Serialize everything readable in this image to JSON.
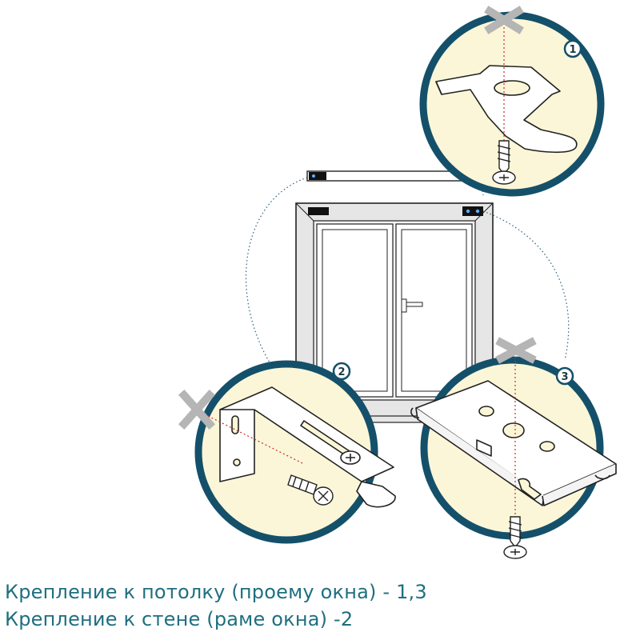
{
  "captions": {
    "ceiling": "Крепление к потолку (проему окна) - 1,3",
    "wall": "Крепление к стене (раме окна) -2"
  },
  "badges": {
    "one": "1",
    "two": "2",
    "three": "3"
  },
  "colors": {
    "circle_fill": "#fbf6d7",
    "circle_ring": "#14506a",
    "caption": "#1f6f7f",
    "cross": "#b5b5b5",
    "guide_line": "#d02a2a",
    "dotted_link": "#2a5f7a",
    "frame": "#e6e6e6",
    "indicator": "#3aa0ff"
  },
  "icons": [
    "screw-icon",
    "cross-mark-icon",
    "bracket-icon",
    "window-icon"
  ]
}
